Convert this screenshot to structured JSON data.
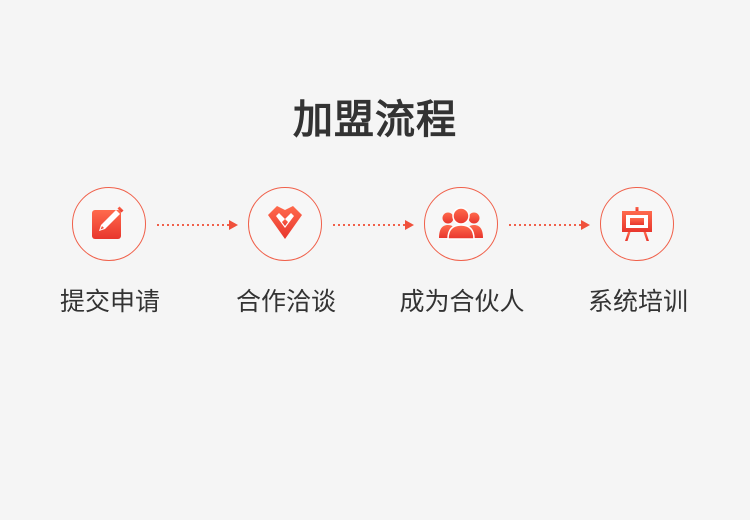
{
  "title": "加盟流程",
  "accent_color": "#f0513c",
  "steps": [
    {
      "label": "提交申请",
      "icon": "edit-icon"
    },
    {
      "label": "合作洽谈",
      "icon": "heart-diamond-icon"
    },
    {
      "label": "成为合伙人",
      "icon": "users-icon"
    },
    {
      "label": "系统培训",
      "icon": "presentation-board-icon"
    }
  ]
}
